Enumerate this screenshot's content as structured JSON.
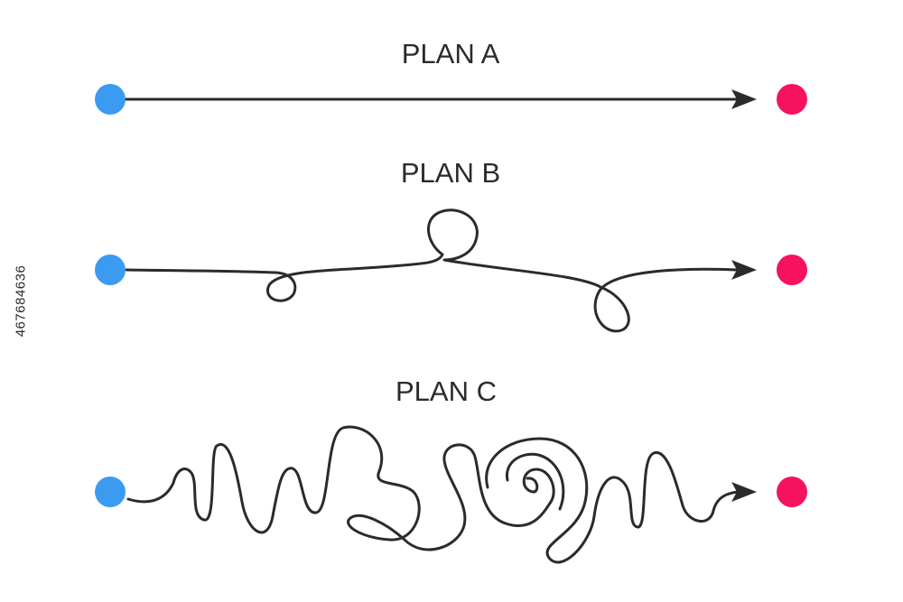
{
  "plans": [
    {
      "title": "PLAN A"
    },
    {
      "title": "PLAN B"
    },
    {
      "title": "PLAN C"
    }
  ],
  "watermark_id": "467684636",
  "colors": {
    "start": "#3b9bf0",
    "end": "#f5135f",
    "line": "#2b2b2b",
    "background": "#ffffff"
  }
}
